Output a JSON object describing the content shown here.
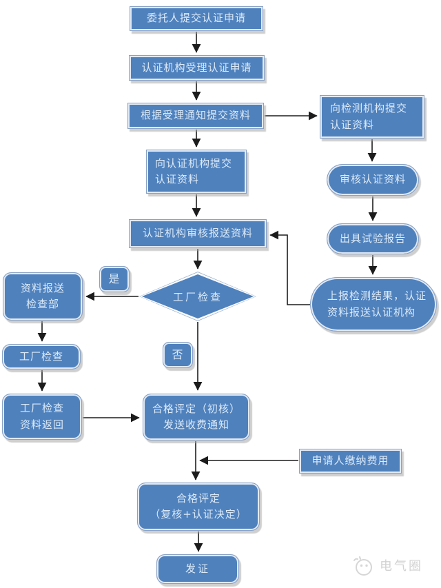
{
  "nodes": {
    "apply": {
      "label": "委托人提交认证申请"
    },
    "accept": {
      "label": "认证机构受理认证申请"
    },
    "notice": {
      "label": "根据受理通知提交资料"
    },
    "submit_cert": {
      "label": "向认证机构提交\n认证资料"
    },
    "submit_test": {
      "label": "向检测机构提交\n认证资料"
    },
    "review_cert": {
      "label": "审核认证资料"
    },
    "test_report": {
      "label": "出具试验报告"
    },
    "report_results": {
      "label": "上报检测结果，认证\n资料报送认证机构"
    },
    "org_review": {
      "label": "认证机构审核报送资料"
    },
    "factory_decision": {
      "label": "工厂检查"
    },
    "yes": {
      "label": "是"
    },
    "no": {
      "label": "否"
    },
    "send_dept": {
      "label": "资料报送\n检查部"
    },
    "factory_insp": {
      "label": "工厂检查"
    },
    "insp_return": {
      "label": "工厂检查\n资料返回"
    },
    "initial": {
      "label": "合格评定（初核）\n发送收费通知"
    },
    "pay_fee": {
      "label": "申请人缴纳费用"
    },
    "final": {
      "label": "合格评定\n（复核+认证决定）"
    },
    "issue": {
      "label": "发证"
    }
  },
  "watermark": {
    "text": "电气圈",
    "icon": "wechat-logo"
  },
  "colors": {
    "node_fill": "#4f81bd",
    "node_border": "#8aa2c4",
    "node_text": "#dceaf8",
    "arrow": "#1c1c1c",
    "shadow": "#a8a8a8",
    "watermark": "#d2d2d2",
    "background": "#ffffff"
  }
}
